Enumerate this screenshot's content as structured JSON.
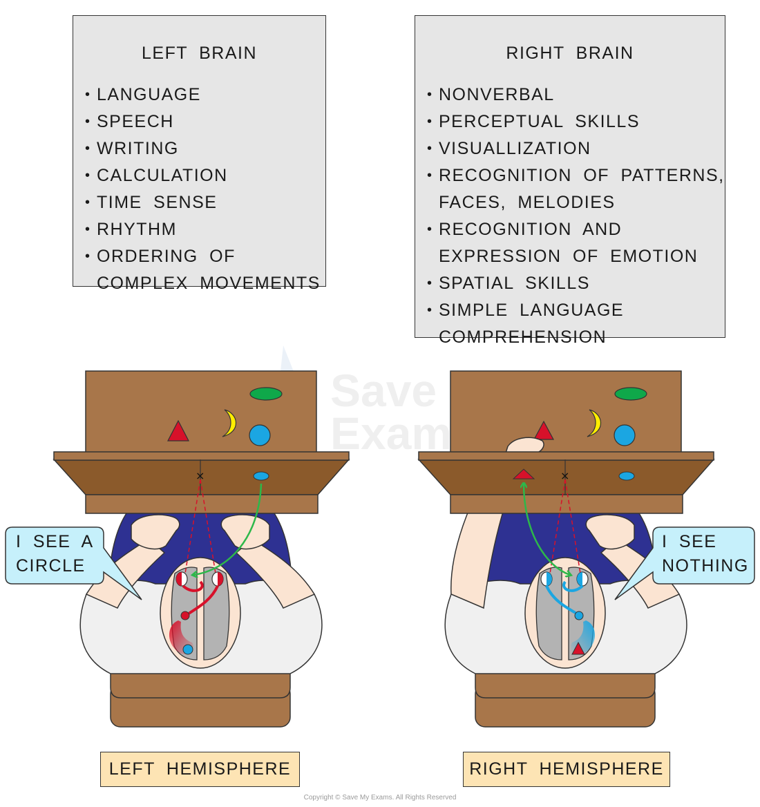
{
  "left_brain": {
    "title": "LEFT BRAIN",
    "items": [
      "LANGUAGE",
      "SPEECH",
      "WRITING",
      "CALCULATION",
      "TIME SENSE",
      "RHYTHM",
      "ORDERING OF",
      "COMPLEX MOVEMENTS"
    ]
  },
  "right_brain": {
    "title": "RIGHT BRAIN",
    "items": [
      "NONVERBAL",
      "PERCEPTUAL SKILLS",
      "VISUALLIZATION",
      "RECOGNITION OF PATTERNS,",
      "FACES, MELODIES",
      "RECOGNITION AND",
      "EXPRESSION OF EMOTION",
      "SPATIAL SKILLS",
      "SIMPLE LANGUAGE",
      "COMPREHENSION"
    ]
  },
  "left_scene": {
    "speech": [
      "I SEE A",
      "CIRCLE"
    ],
    "caption": "LEFT HEMISPHERE"
  },
  "right_scene": {
    "speech": [
      "I SEE",
      "NOTHING"
    ],
    "caption": "RIGHT HEMISPHERE"
  },
  "watermark": [
    "Save My",
    "Exams"
  ],
  "copyright": "Copyright © Save My Exams. All Rights Reserved",
  "colors": {
    "board": "#a8764a",
    "table_top": "#8b5a2b",
    "shirt": "#2e3192",
    "skin": "#fbe4d2",
    "brain": "#b3b3b3",
    "speech_bubble": "#c6f0fb",
    "caption_bg": "#fde4b4",
    "red_shape": "#d7112a",
    "blue_shape": "#1ba6e2",
    "green_shape": "#0fa84a",
    "yellow_shape": "#ffed00",
    "arrow": "#2db84a"
  }
}
